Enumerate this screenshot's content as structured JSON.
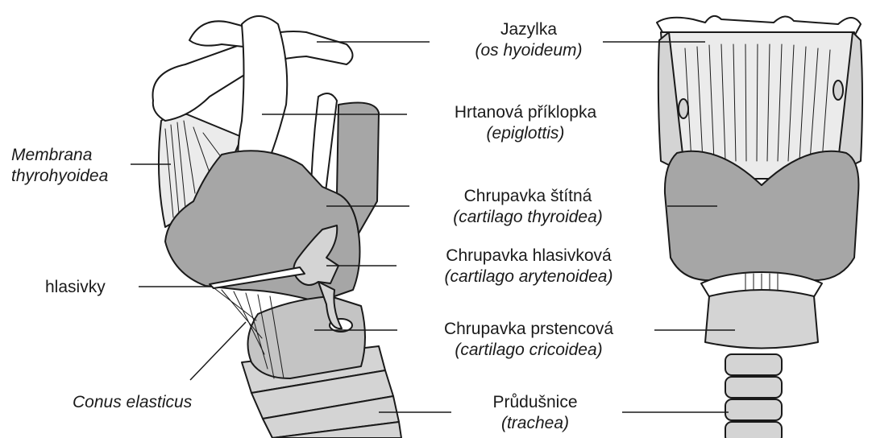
{
  "labels": {
    "hyoid": {
      "name": "Jazylka",
      "latin": "(os hyoideum)"
    },
    "epiglottis": {
      "name": "Hrtanová příklopka",
      "latin": "(epiglottis)"
    },
    "thyroid": {
      "name": "Chrupavka štítná",
      "latin": "(cartilago thyroidea)"
    },
    "arytenoid": {
      "name": "Chrupavka hlasivková",
      "latin": "(cartilago arytenoidea)"
    },
    "cricoid": {
      "name": "Chrupavka prstencová",
      "latin": "(cartilago cricoidea)"
    },
    "trachea": {
      "name": "Průdušnice",
      "latin": "(trachea)"
    },
    "membrana": {
      "line1": "Membrana",
      "line2": "thyrohyoidea"
    },
    "vocal_folds": "hlasivky",
    "conus": "Conus elasticus"
  },
  "colors": {
    "cartilage_gray": "#a6a6a6",
    "light_gray": "#d4d4d4",
    "outline": "#1a1a1a",
    "background": "#ffffff"
  }
}
